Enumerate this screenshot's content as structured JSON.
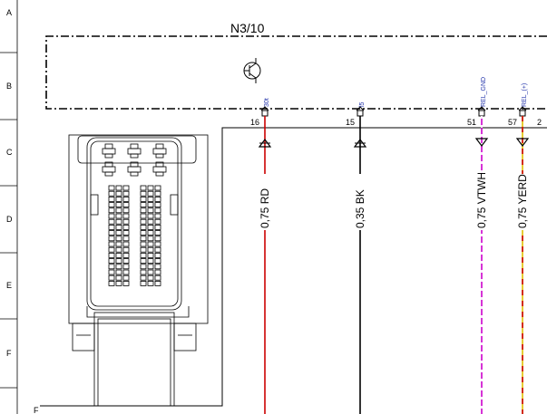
{
  "frame": {
    "row_labels": [
      "A",
      "B",
      "C",
      "D",
      "E",
      "F"
    ],
    "corner_label": "F"
  },
  "module": {
    "name": "N3/10",
    "symbol": "transistor-icon"
  },
  "pins": [
    {
      "number": "16",
      "signal": "30t",
      "arrow": "up",
      "wire": "0,75 RD",
      "colors": [
        "#cc0000"
      ]
    },
    {
      "number": "15",
      "signal": "l5",
      "arrow": "up",
      "wire": "0,35 BK",
      "colors": [
        "#000000"
      ]
    },
    {
      "number": "51",
      "signal": "REL_GND",
      "arrow": "down",
      "wire": "0,75 VTWH",
      "colors": [
        "#cc00cc",
        "#ffffff"
      ]
    },
    {
      "number": "57",
      "signal": "REL_(+)",
      "arrow": "down",
      "wire": "0,75 YERD",
      "colors": [
        "#e0c000",
        "#cc0000"
      ]
    },
    {
      "number": "2",
      "signal": "",
      "arrow": "",
      "wire": "",
      "colors": []
    }
  ],
  "connector": {
    "symbol": "connector-plug-icon"
  },
  "colors": {
    "line": "#000000",
    "red": "#cc0000",
    "violet": "#cc00cc",
    "yellow": "#e0c000"
  }
}
